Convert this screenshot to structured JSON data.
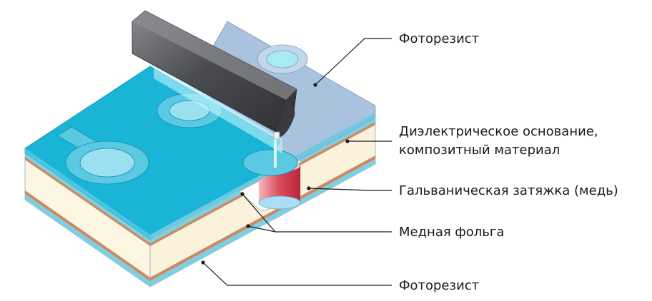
{
  "labels": {
    "photoresist_top": "Фоторезист",
    "dielectric_line1": "Диэлектрическое основание,",
    "dielectric_line2": "композитный материал",
    "plating": "Гальваническая затяжка (медь)",
    "copper_foil": "Медная фольга",
    "photoresist_bottom": "Фоторезист"
  },
  "colors": {
    "photoresist": "#19b4d6",
    "photoresist_unexposed": "#a9c3df",
    "dielectric": "#fdf6e3",
    "copper": "#c98a63",
    "plating": "#e8707c",
    "roller": "#5f6064",
    "light_beam": "#bff6ff"
  }
}
